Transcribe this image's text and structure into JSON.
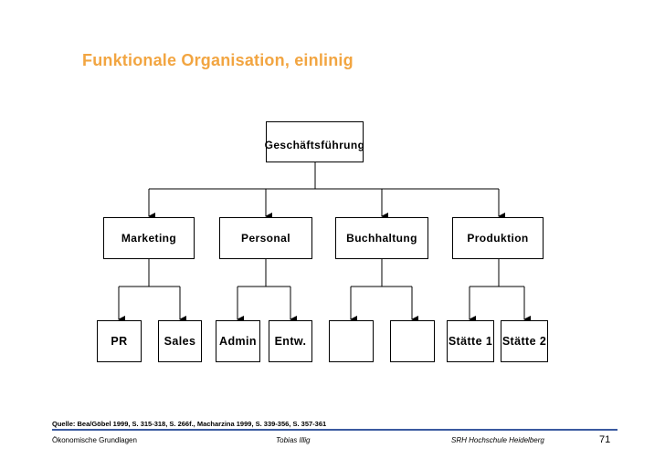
{
  "title": "Funktionale Organisation, einlinig",
  "root": "Geschäftsführung",
  "departments": [
    "Marketing",
    "Personal",
    "Buchhaltung",
    "Produktion"
  ],
  "subunits": [
    "PR",
    "Sales",
    "Admin",
    "Entw.",
    "",
    "",
    "Stätte 1",
    "Stätte 2"
  ],
  "source": "Quelle: Bea/Göbel 1999, S. 315-318, S. 266f., Macharzina 1999, S. 339-356, S. 357-361",
  "footer": {
    "left": "Ökonomische Grundlagen",
    "center": "Tobias Illig",
    "right": "SRH Hochschule Heidelberg",
    "page": "71"
  },
  "colors": {
    "title": "#f2a541",
    "rule": "#3a5aa0"
  }
}
